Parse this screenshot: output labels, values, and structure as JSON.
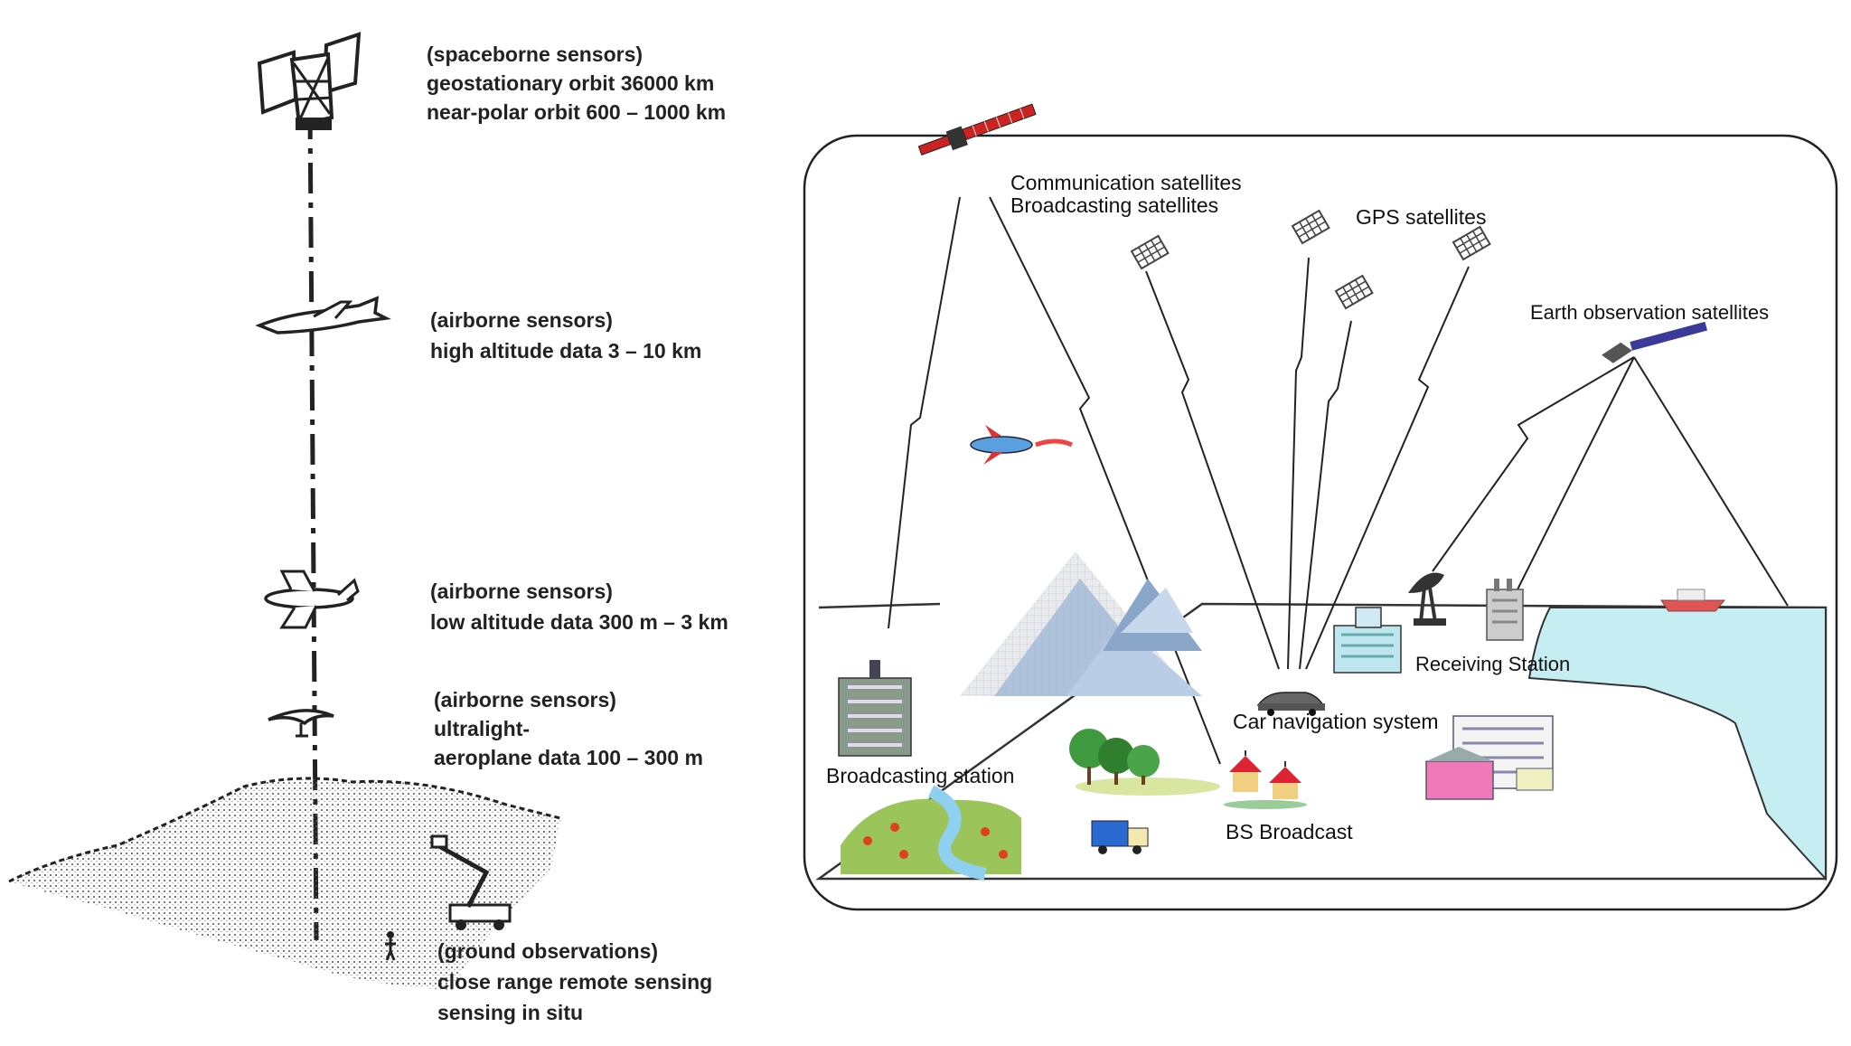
{
  "left_panel": {
    "spaceborne": {
      "line1": "(spaceborne sensors)",
      "line2": "geostationary orbit 36000 km",
      "line3": "near-polar orbit 600 – 1000 km"
    },
    "airborne_high": {
      "line1": "(airborne sensors)",
      "line2": "high altitude data 3 – 10 km"
    },
    "airborne_low": {
      "line1": "(airborne sensors)",
      "line2": "low altitude data 300 m – 3 km"
    },
    "airborne_ultralight": {
      "line1": "(airborne sensors)",
      "line2": "ultralight-",
      "line3": "aeroplane data 100 – 300 m"
    },
    "ground": {
      "line1": "(ground observations)",
      "line2": "close range remote sensing",
      "line3": "sensing in situ"
    }
  },
  "right_panel": {
    "comm_sat_1": "Communication satellites",
    "comm_sat_2": "Broadcasting satellites",
    "gps_sat": "GPS satellites",
    "earth_obs_sat": "Earth observation satellites",
    "receiving_station": "Receiving Station",
    "car_navigation": "Car navigation system",
    "broadcasting_station": "Broadcasting station",
    "bs_broadcast": "BS Broadcast"
  },
  "colors": {
    "sea": "#c6eef2",
    "mountain": "#9fb8d6",
    "sat_panel_red": "#cc2222",
    "sat_panel_blue": "#3a3a9a",
    "ink": "#111111"
  }
}
